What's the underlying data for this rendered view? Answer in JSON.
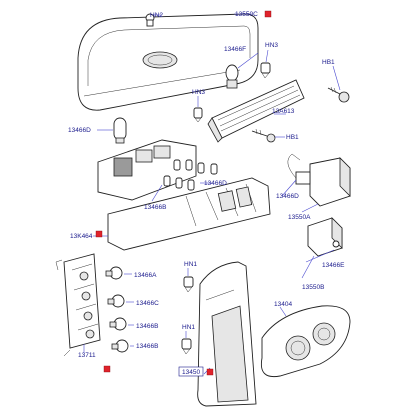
{
  "callouts": {
    "hn2": "HN2",
    "p13550c": "13550C",
    "p13466f_top": "13466F",
    "hn3_top": "HN3",
    "hb1_top": "HB1",
    "hn3_mid": "HN3",
    "p13a613": "13A613",
    "hb1_mid": "HB1",
    "p13466d_left": "13466D",
    "p13466d_mid": "13466D",
    "p13466b_top": "13466B",
    "p13k464": "13K464",
    "p13466d_right": "13466D",
    "p13550a": "13550A",
    "p13466e": "13466E",
    "p13550b": "13550B",
    "p13466a": "13466A",
    "p13466c": "13466C",
    "p13466b_a": "13466B",
    "p13466b_b": "13466B",
    "p13711": "13711",
    "hn1_a": "HN1",
    "hn1_b": "HN1",
    "p13404": "13404",
    "p13450": "13450"
  },
  "colors": {
    "callout_text": "#1a1a8c",
    "leader": "#4a4ad0",
    "red_marker": "#e0232b"
  },
  "icons": {
    "red_marker": "square-marker-icon",
    "brand_badge": "oval-badge-icon"
  }
}
